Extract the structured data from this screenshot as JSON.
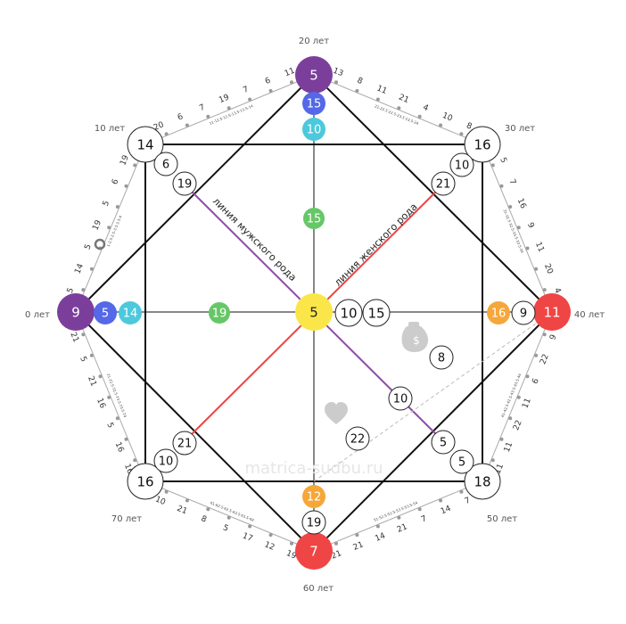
{
  "colors": {
    "purple": "#7b3f9b",
    "blue": "#5468e8",
    "cyan": "#4cc9dc",
    "green": "#66c766",
    "yellow": "#fbe64a",
    "orange": "#f5a73a",
    "red": "#ef4545",
    "white": "#ffffff",
    "ancestral_male": "#8f4ca6",
    "ancestral_female": "#ee4444"
  },
  "age_labels": {
    "a0": "0 лет",
    "a10": "10 лет",
    "a20": "20 лет",
    "a30": "30 лет",
    "a40": "40 лет",
    "a50": "50 лет",
    "a60": "60 лет",
    "a70": "70 лет"
  },
  "nodes": {
    "left": "9",
    "top": "5",
    "right": "11",
    "bottom": "7",
    "center": "5",
    "top_left": "14",
    "top_right": "16",
    "bottom_right": "18",
    "bottom_left": "16"
  },
  "inner": {
    "top_1": "15",
    "top_2": "10",
    "top_3": "15",
    "left_1": "5",
    "left_2": "14",
    "left_3": "19",
    "right_1": "16",
    "right_2": "9",
    "bottom_1": "12",
    "bottom_2": "19",
    "center_right_1": "10",
    "center_right_2": "15",
    "tl_1": "6",
    "tl_2": "19",
    "tr_1": "10",
    "tr_2": "21",
    "bl_1": "21",
    "bl_2": "10",
    "br_1": "5",
    "br_2": "5",
    "money_1": "8",
    "money_2": "10",
    "love": "22"
  },
  "line_labels": {
    "male": "линия мужского рода",
    "female": "линия женского рода"
  },
  "rim_numbers": {
    "s0": [
      "5",
      "14",
      "5",
      "19",
      "5",
      "6",
      "19"
    ],
    "s1": [
      "20",
      "6",
      "7",
      "19",
      "7",
      "6",
      "11"
    ],
    "s2": [
      "13",
      "8",
      "11",
      "21",
      "4",
      "10",
      "8"
    ],
    "s3": [
      "5",
      "7",
      "16",
      "9",
      "11",
      "20",
      "4"
    ],
    "s4": [
      "9",
      "22",
      "6",
      "11",
      "22",
      "11",
      "11"
    ],
    "s5": [
      "7",
      "14",
      "7",
      "21",
      "14",
      "21",
      "21"
    ],
    "s6": [
      "19",
      "12",
      "17",
      "5",
      "8",
      "21",
      "10"
    ],
    "s7": [
      "16",
      "16",
      "5",
      "16",
      "21",
      "5",
      "21"
    ]
  },
  "rim_detail": {
    "d0": "1-2.5·2.5-3.5·3.5-4",
    "d1": "11-12.5·12.5-13.5·13.5-14",
    "d2": "21-22.5·22.5-23.5·23.5-24",
    "d3": "31-32.5·32.5-33.5·33.5-34",
    "d4": "41-42.5·42.5-43.5·43.5-44",
    "d5": "51-52.5·52.5-53.5·53.5-54",
    "d6": "61-62.5·62.5-63.5·63.5-64",
    "d7": "71-72.5·72.5-73.5·73.5-74"
  },
  "watermark": "matrica-sudbu.ru"
}
